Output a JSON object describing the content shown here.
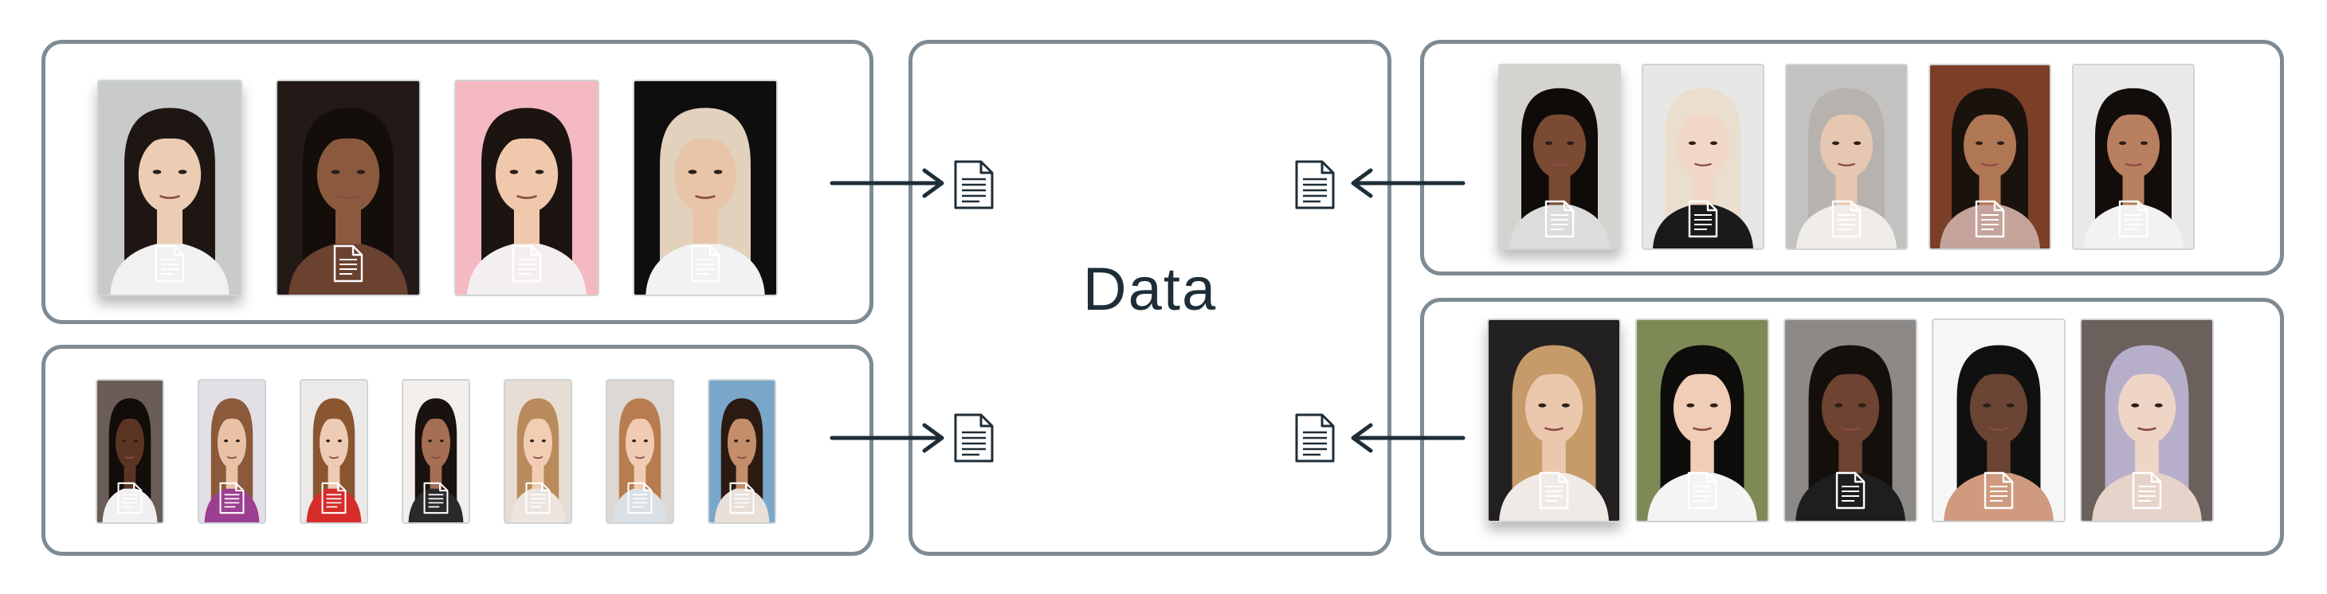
{
  "center_box": {
    "label": "Data"
  },
  "icons": {
    "document": "document-icon",
    "arrow": "arrow-icon"
  },
  "colors": {
    "border": "#7e8b93",
    "arrow": "#1e2e38",
    "document_overlay": "#ffffff",
    "text": "#1e2e38"
  },
  "groups": [
    {
      "id": "top-left",
      "photos": [
        {
          "bg": "#c9cbca",
          "skin": "#eccdb4",
          "hair": "#1e1612",
          "shirt": "#f1f1f1"
        },
        {
          "bg": "#231a18",
          "skin": "#8b5a3e",
          "hair": "#140e0b",
          "shirt": "#6b4130"
        },
        {
          "bg": "#f5b9c3",
          "skin": "#f0c9ad",
          "hair": "#1b1411",
          "shirt": "#f3eff0"
        },
        {
          "bg": "#0f0e0e",
          "skin": "#e8c4a9",
          "hair": "#e2d2bd",
          "shirt": "#f2f2f2"
        }
      ]
    },
    {
      "id": "bottom-left",
      "photos": [
        {
          "bg": "#6a5c56",
          "skin": "#5b3424",
          "hair": "#120c0a",
          "shirt": "#f0f0f0"
        },
        {
          "bg": "#e3dfe6",
          "skin": "#e9c2a6",
          "hair": "#8a5a3a",
          "shirt": "#9c3e92"
        },
        {
          "bg": "#eceae8",
          "skin": "#eecbb4",
          "hair": "#8a5630",
          "shirt": "#d62c2a"
        },
        {
          "bg": "#f2eeec",
          "skin": "#a56f53",
          "hair": "#1a120e",
          "shirt": "#2a2a2a"
        },
        {
          "bg": "#e7ddd4",
          "skin": "#f0cdb3",
          "hair": "#b98b5c",
          "shirt": "#ece4de"
        },
        {
          "bg": "#ddd8d4",
          "skin": "#f0cbb2",
          "hair": "#b77c4f",
          "shirt": "#d9e0e6"
        },
        {
          "bg": "#79a7c9",
          "skin": "#c48e6b",
          "hair": "#2b1a12",
          "shirt": "#e8dfd8"
        }
      ]
    },
    {
      "id": "top-right",
      "photos": [
        {
          "bg": "#d5d3d0",
          "skin": "#7a4a33",
          "hair": "#0f0b09",
          "shirt": "#dcdcdc"
        },
        {
          "bg": "#e7e7e6",
          "skin": "#f1d7c6",
          "hair": "#eadfcf",
          "shirt": "#1a1a1a"
        },
        {
          "bg": "#c2c2c1",
          "skin": "#e6c7b1",
          "hair": "#b7b2ad",
          "shirt": "#f0ece9"
        },
        {
          "bg": "#7a3f26",
          "skin": "#b07755",
          "hair": "#1a120d",
          "shirt": "#c4a39a"
        },
        {
          "bg": "#e9e9e9",
          "skin": "#b9805f",
          "hair": "#120d0b",
          "shirt": "#f2f2f2"
        }
      ]
    },
    {
      "id": "bottom-right",
      "photos": [
        {
          "bg": "#232021",
          "skin": "#ebc7ad",
          "hair": "#c79a6a",
          "shirt": "#f0eae6"
        },
        {
          "bg": "#7e8a55",
          "skin": "#f0cdb6",
          "hair": "#0f0c0c",
          "shirt": "#f4f4f4"
        },
        {
          "bg": "#8c8986",
          "skin": "#6e4331",
          "hair": "#150f0c",
          "shirt": "#1e1e1e"
        },
        {
          "bg": "#f6f6f6",
          "skin": "#6b4433",
          "hair": "#101010",
          "shirt": "#cf9a7d"
        },
        {
          "bg": "#6b605c",
          "skin": "#efd5c6",
          "hair": "#b7aeca",
          "shirt": "#e6d4ca"
        }
      ]
    }
  ]
}
